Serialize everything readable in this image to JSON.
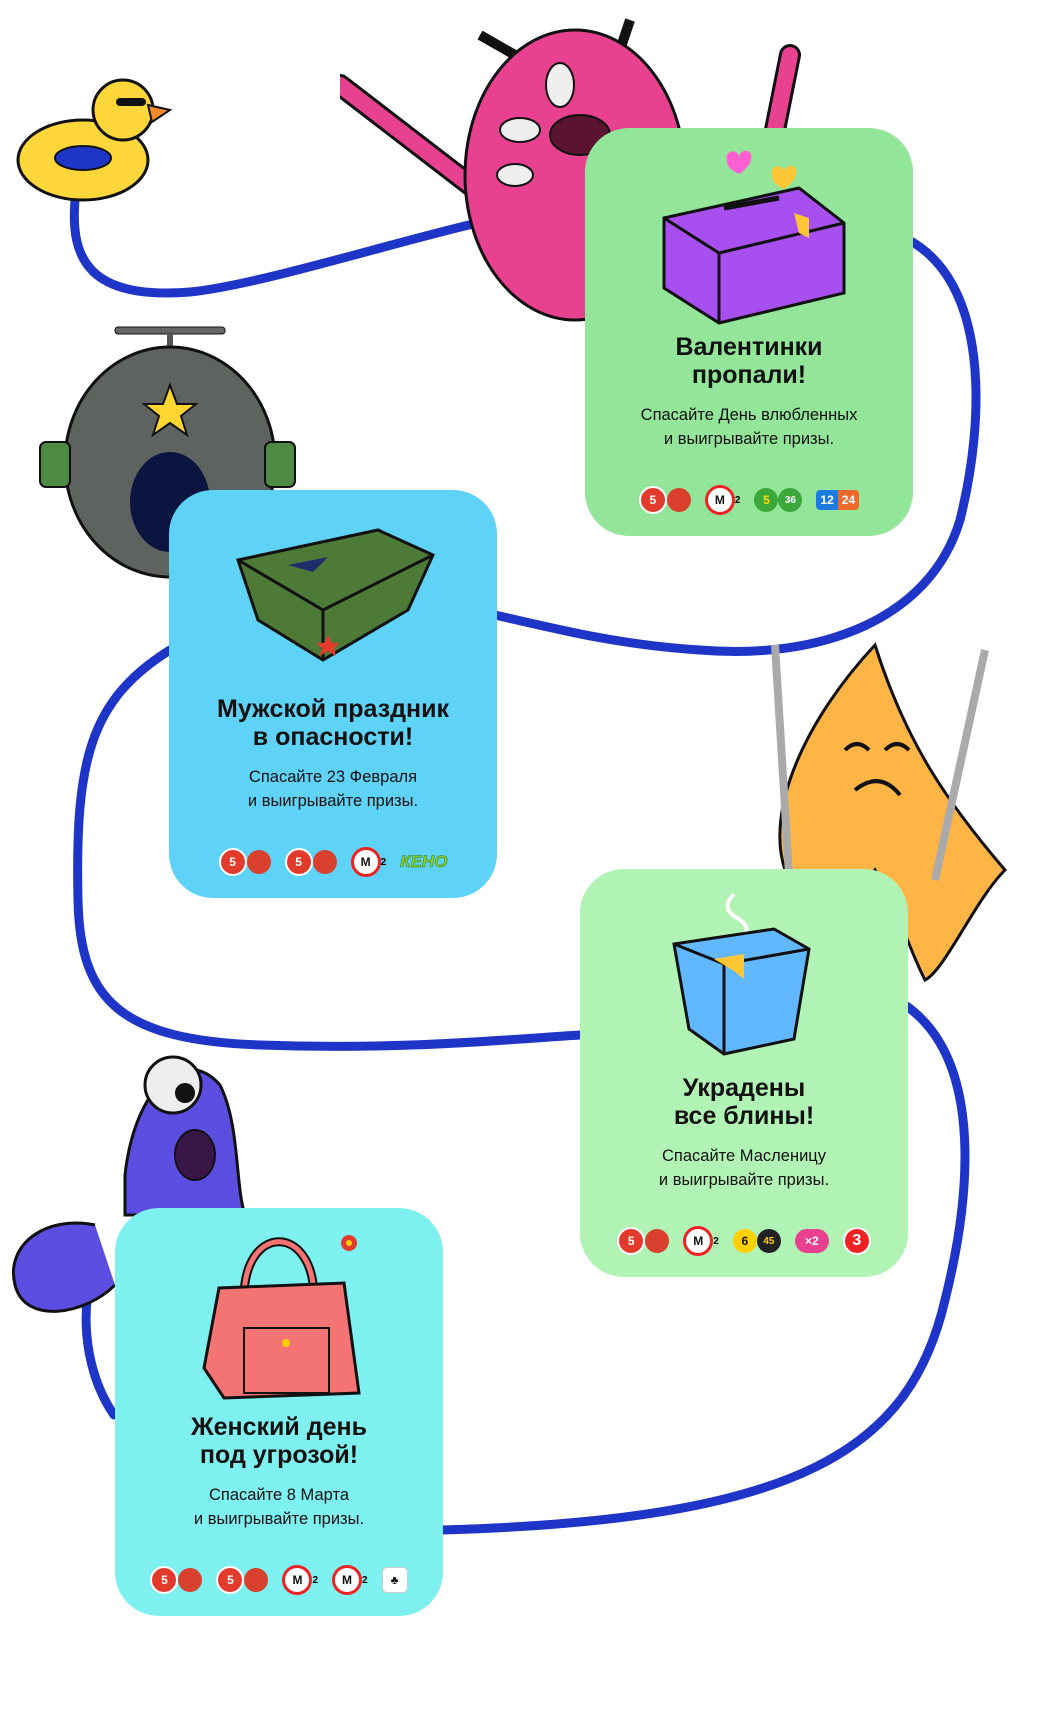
{
  "cards": [
    {
      "title_line1": "Валентинки",
      "title_line2": "пропали!",
      "text_line1": "Спасайте День влюбленных",
      "text_line2": "и выигрывайте призы.",
      "color": "#93e59a",
      "games": [
        "russian-lotto",
        "gosloto-m2",
        "gosloto-5-36",
        "12-24"
      ]
    },
    {
      "title_line1": "Мужской праздник",
      "title_line2": "в опасности!",
      "text_line1": "Спасайте 23 Февраля",
      "text_line2": "и выигрывайте призы.",
      "color": "#5fd2f7",
      "games": [
        "russian-lotto",
        "russian-lotto",
        "gosloto-m2",
        "keno"
      ],
      "keno_label": "КЕНО"
    },
    {
      "title_line1": "Украдены",
      "title_line2": "все блины!",
      "text_line1": "Спасайте Масленицу",
      "text_line2": "и выигрывайте призы.",
      "color": "#b1f3b4",
      "games": [
        "russian-lotto",
        "gosloto-m2",
        "gosloto-6-45",
        "x2",
        "3"
      ]
    },
    {
      "title_line1": "Женский день",
      "title_line2": "под угрозой!",
      "text_line1": "Спасайте 8 Марта",
      "text_line2": "и выигрывайте призы.",
      "color": "#7ef0f0",
      "games": [
        "russian-lotto",
        "russian-lotto",
        "gosloto-m2",
        "gosloto-m2",
        "dice"
      ]
    }
  ],
  "path_color": "#1f35c8"
}
